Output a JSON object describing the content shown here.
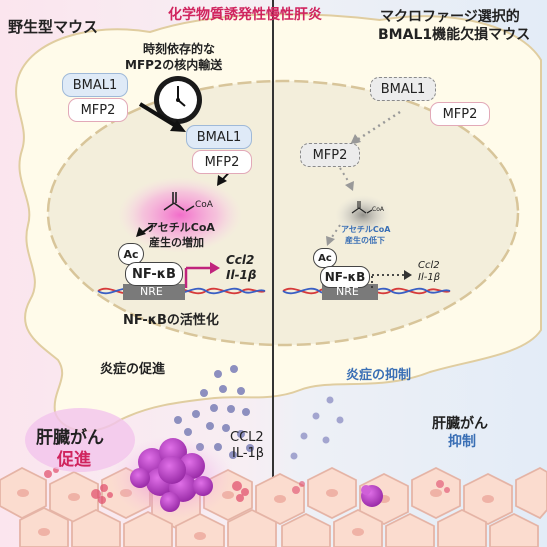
{
  "title_center": "化学物質誘発性慢性肝炎",
  "left_header": "野生型マウス",
  "right_header_line1": "マクロファージ選択的",
  "right_header_line2": "BMAL1機能欠損マウス",
  "clock_caption_line1": "時刻依存的な",
  "clock_caption_line2": "MFP2の核内輸送",
  "left": {
    "bmal1_outer": "BMAL1",
    "mfp2_outer": "MFP2",
    "bmal1_nuclear": "BMAL1",
    "mfp2_nuclear": "MFP2",
    "coa_label": "CoA",
    "acetyl_coa_line1": "アセチルCoA",
    "acetyl_coa_line2": "産生の増加",
    "ac_label": "Ac",
    "nfkb_label": "NF-κB",
    "nre_label": "NRE",
    "gene1": "Ccl2",
    "gene2": "Il-1β",
    "nfkb_activation": "NF-κBの活性化",
    "inflammation": "炎症の促進",
    "cytokine1": "CCL2",
    "cytokine2": "IL-1β",
    "cancer_line1": "肝臓がん",
    "cancer_line2": "促進"
  },
  "right": {
    "bmal1_outer": "BMAL1",
    "mfp2_outer": "MFP2",
    "mfp2_nuclear": "MFP2",
    "coa_label": "CoA",
    "acetyl_coa_line1": "アセチルCoA",
    "acetyl_coa_line2": "産生の低下",
    "ac_label": "Ac",
    "nfkb_label": "NF-κB",
    "nre_label": "NRE",
    "gene1": "Ccl2",
    "gene2": "Il-1β",
    "inflammation": "炎症の抑制",
    "cancer_line1": "肝臓がん",
    "cancer_line2": "抑制"
  },
  "colors": {
    "promote": "#d0245e",
    "suppress": "#3a6fb5",
    "cell_fill": "#fffbea",
    "cell_border": "#e0cda0",
    "nucleus_fill": "#f3eedb",
    "divider": "#333333"
  }
}
